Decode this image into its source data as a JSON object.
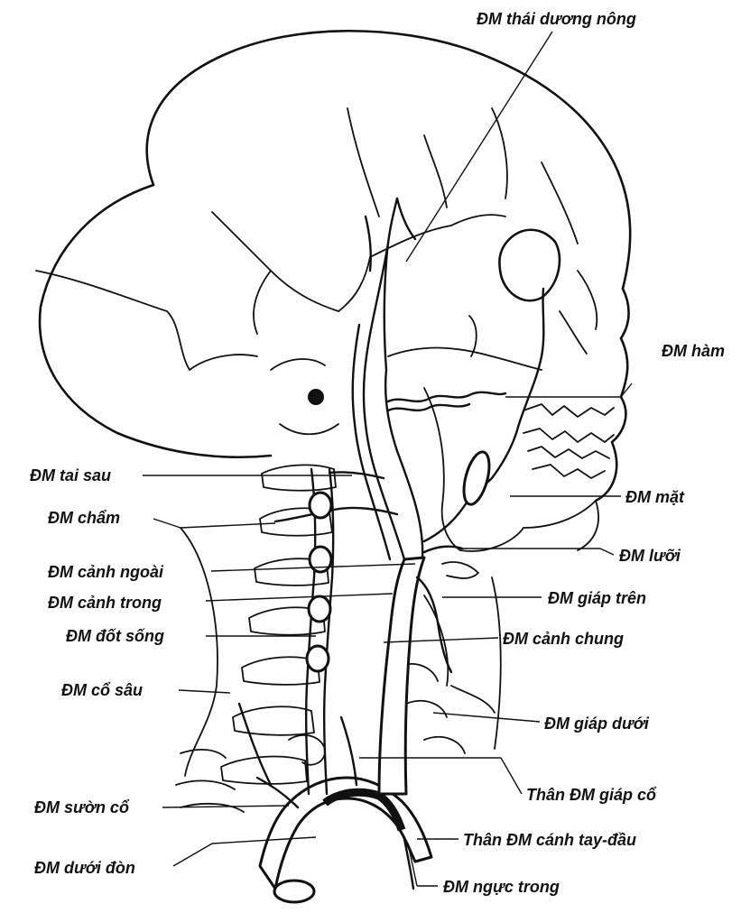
{
  "labels": {
    "superficial_temporal": "ĐM thái dương nông",
    "maxillary": "ĐM hàm",
    "posterior_auricular": "ĐM tai sau",
    "occipital": "ĐM chẩm",
    "facial": "ĐM mặt",
    "lingual": "ĐM lưỡi",
    "external_carotid": "ĐM cảnh ngoài",
    "superior_thyroid": "ĐM giáp trên",
    "internal_carotid": "ĐM cảnh trong",
    "vertebral": "ĐM đốt sống",
    "common_carotid": "ĐM cảnh chung",
    "deep_cervical": "ĐM cổ sâu",
    "inferior_thyroid": "ĐM giáp dưới",
    "thyrocervical_trunk": "Thân ĐM giáp cổ",
    "costocervical": "ĐM sườn cổ",
    "brachiocephalic_trunk": "Thân ĐM cánh tay-đầu",
    "subclavian": "ĐM dưới đòn",
    "internal_thoracic": "ĐM ngực trong"
  }
}
